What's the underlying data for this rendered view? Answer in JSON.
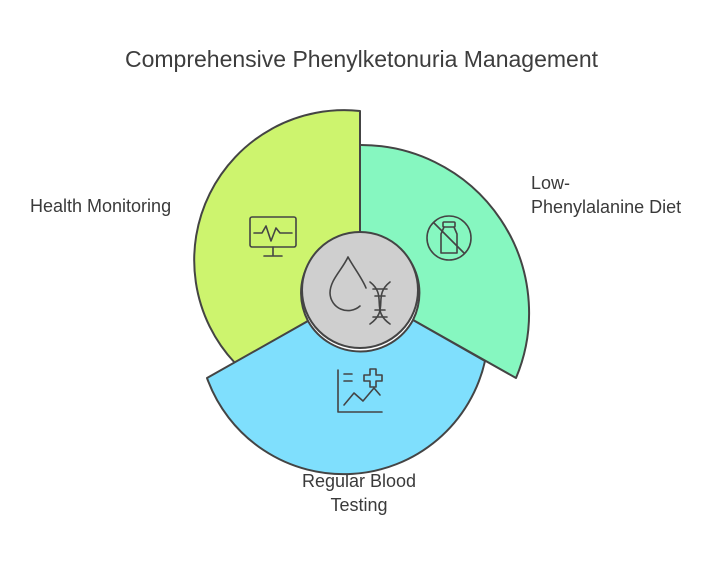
{
  "title": "Comprehensive Phenylketonuria Management",
  "segments": [
    {
      "label_lines": [
        "Health Monitoring"
      ],
      "color": "#cdf46e",
      "icon": "monitor-heartbeat-icon"
    },
    {
      "label_lines": [
        "Low-",
        "Phenylalanine Diet"
      ],
      "color": "#86f7c0",
      "icon": "no-bottle-icon"
    },
    {
      "label_lines": [
        "Regular Blood",
        "Testing"
      ],
      "color": "#7fdffd",
      "icon": "chart-plus-icon"
    }
  ],
  "center": {
    "color": "#cfcfcf",
    "icon": "blood-drop-dna-icon"
  },
  "outline_color": "#444444"
}
